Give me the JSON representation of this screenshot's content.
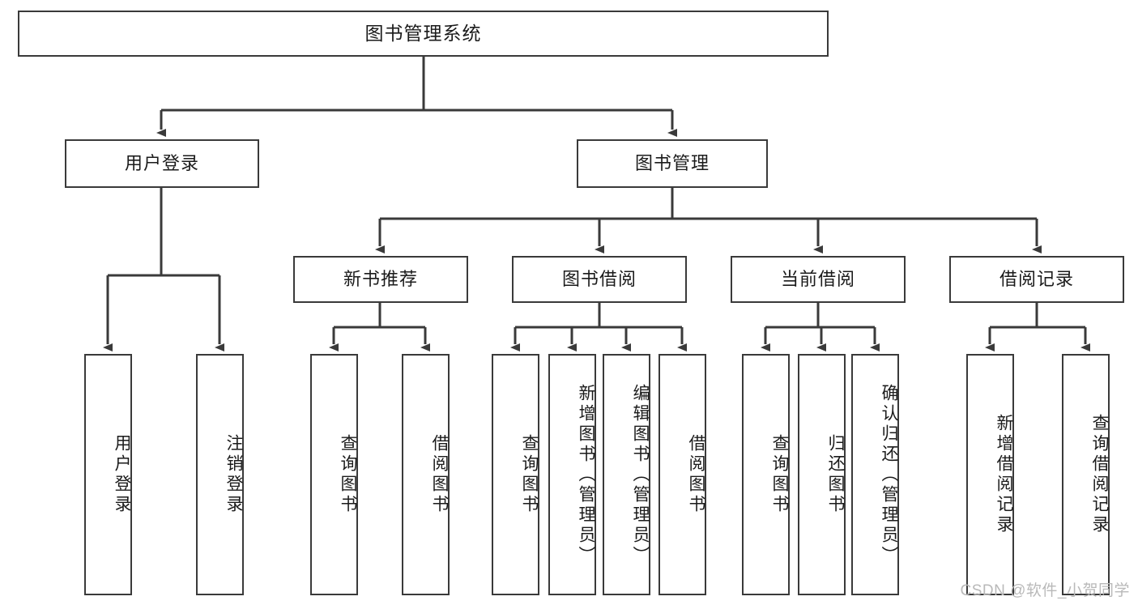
{
  "diagram": {
    "title": "图书管理系统",
    "type": "tree-hierarchy",
    "watermark": "CSDN @软件_小贺同学",
    "colors": {
      "box_border": "#3a3a3a",
      "box_fill": "#ffffff",
      "connector": "#3a3a3a",
      "text": "#1b1b1b",
      "watermark": "#b9b9b9"
    },
    "root": {
      "label": "图书管理系统"
    },
    "level2": [
      {
        "id": "user-login",
        "label": "用户登录"
      },
      {
        "id": "book-management",
        "label": "图书管理"
      }
    ],
    "level3": [
      {
        "id": "new-book-recommend",
        "label": "新书推荐"
      },
      {
        "id": "book-borrow",
        "label": "图书借阅"
      },
      {
        "id": "current-borrow",
        "label": "当前借阅"
      },
      {
        "id": "borrow-record",
        "label": "借阅记录"
      }
    ],
    "leaves": {
      "user-login": [
        {
          "id": "leaf-user-login",
          "label": "用户登录"
        },
        {
          "id": "leaf-user-logout",
          "label": "注销登录"
        }
      ],
      "new-book-recommend": [
        {
          "id": "leaf-query-book-1",
          "label": "查询图书"
        },
        {
          "id": "leaf-borrow-book-1",
          "label": "借阅图书"
        }
      ],
      "book-borrow": [
        {
          "id": "leaf-query-book-2",
          "label": "查询图书"
        },
        {
          "id": "leaf-add-book",
          "label": "新增图书（管理员）"
        },
        {
          "id": "leaf-edit-book",
          "label": "编辑图书（管理员）"
        },
        {
          "id": "leaf-borrow-book-2",
          "label": "借阅图书"
        }
      ],
      "current-borrow": [
        {
          "id": "leaf-query-book-3",
          "label": "查询图书"
        },
        {
          "id": "leaf-return-book",
          "label": "归还图书"
        },
        {
          "id": "leaf-confirm-return",
          "label": "确认归还（管理员）"
        }
      ],
      "borrow-record": [
        {
          "id": "leaf-add-record",
          "label": "新增借阅记录"
        },
        {
          "id": "leaf-query-record",
          "label": "查询借阅记录"
        }
      ]
    }
  }
}
